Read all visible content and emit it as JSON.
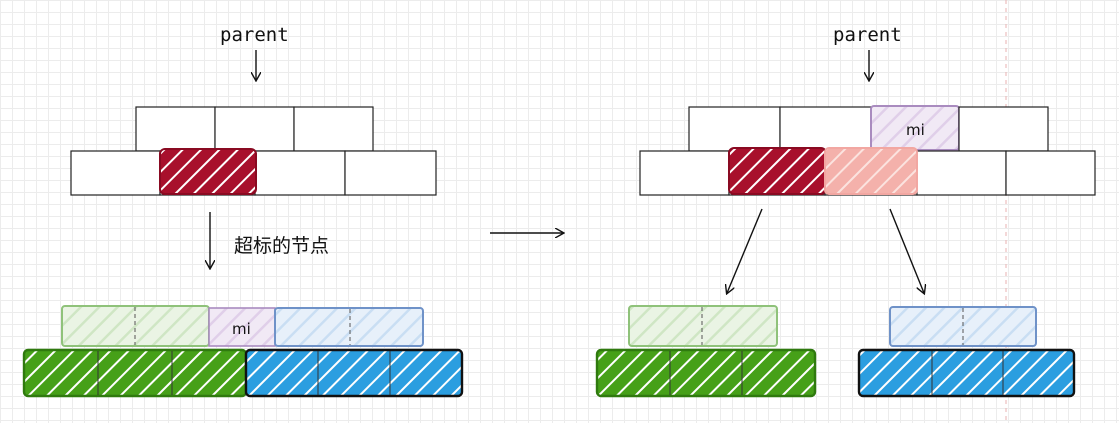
{
  "labels": {
    "parent_left": "parent",
    "parent_right": "parent",
    "overflow_node": "超标的节点",
    "mi_left": "mi",
    "mi_right": "mi"
  },
  "colors": {
    "red": "#a8102c",
    "pink": "#f2a7a2",
    "green": "#4aa01c",
    "green_light": "#cfe6c4",
    "blue": "#2b9ee0",
    "blue_light": "#c9def3",
    "purple": "#c8a8d8",
    "purple_light": "#e8dcef"
  }
}
